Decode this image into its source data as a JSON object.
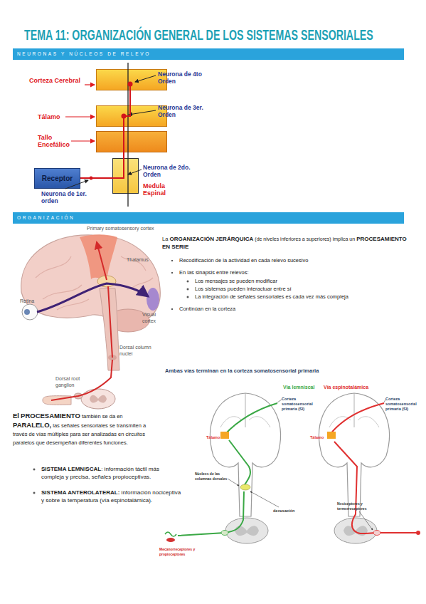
{
  "diagram": {
    "title": "TEMA 11: ORGANIZACIÓN GENERAL DE LOS SISTEMAS SENSORIALES",
    "nodes": [
      {
        "text": [
          "NEURONAS Y NÚCLEOS DE RELEVO"
        ]
      },
      {
        "text": [
          "Corteza Cerebral"
        ]
      },
      {
        "text": [
          "Tálamo"
        ]
      },
      {
        "text": [
          "Tallo Encefálico"
        ]
      },
      {
        "text": [
          "Receptor"
        ]
      },
      {
        "text": [
          "Medula Espinal"
        ]
      },
      {
        "text": [
          "ORGANIZACIÓN"
        ]
      }
    ],
    "edges": [
      {
        "from": 4,
        "to": 5,
        "arrow": "none"
      },
      {
        "from": 5,
        "to": 2,
        "arrow": "none"
      },
      {
        "from": 2,
        "to": 1,
        "arrow": "none"
      }
    ],
    "labels": [
      "Neurona de 4to Orden",
      "Neurona de 3er. Orden",
      "Neurona de 2do. Orden",
      "Neurona de 1er. orden",
      "Primary somatosensory cortex",
      "Thalamus",
      "Retina",
      "Visual cortex",
      "Dorsal column nuclei",
      "Dorsal root ganglion",
      "La",
      "ORGANIZACIÓN JERÁRQUICA",
      "(de niveles inferiores a superiores) implica un",
      "PROCESAMIENTO EN SERIE",
      "Recodificación de la actividad en cada relevo sucesivo",
      "En las sinapsis entre relevos:",
      "Los mensajes se pueden modificar",
      "Los sistemas pueden interactuar entre sí",
      "La integración de señales sensoriales es cada vez más compleja",
      "Continúan en la corteza",
      "Ambas vías terminan en la corteza somatosensorial primaria",
      "Vía lemniscal",
      "Vía espinotalámica",
      "Corteza somatosensorial primaria (SI)",
      "Corteza somatosensorial primaria (SI)",
      "Tálamo",
      "Tálamo",
      "Núcleos de las columnas dorsales",
      "decusación",
      "Nociceptores y termorreceptores",
      "Mecanorreceptores y propioceptores",
      "El",
      "PROCESAMIENTO",
      "también se da en",
      "PARALELO,",
      "las señales sensoriales se transmiten a través de vías múltiples para ser analizadas en circuitos paralelos que desempeñan diferentes funciones.",
      "SISTEMA LEMNISCAL",
      ": información táctil más compleja y precisa, señales propioceptivas.",
      "SISTEMA ANTEROLATERAL:",
      "información nociceptiva y sobre la temperatura (vía espinotalámica)."
    ]
  }
}
